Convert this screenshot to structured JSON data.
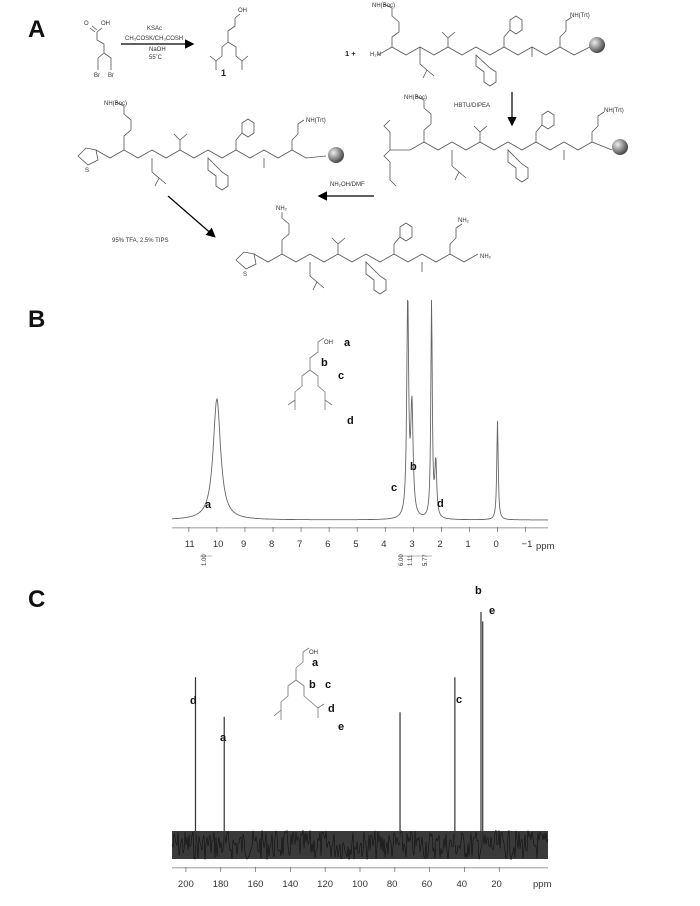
{
  "panels": {
    "a": "A",
    "b": "B",
    "c": "C"
  },
  "scheme": {
    "start_br": "Br",
    "start_oh": "OH",
    "start_o": "O",
    "reagent_1": "KSAc",
    "reagent_2": "CH₃COSK/CH₃COSH",
    "reagent_3": "NaOH",
    "reagent_4": "55˚C",
    "compound_number": "1",
    "plus_label": "1  +",
    "boc_label": "NH(Boc)",
    "trt_label": "NH(Trt)",
    "h2n_label": "H₂N",
    "step_coupling": "HBTU/DIPEA",
    "step_deprotect": "NH₂OH/DMF",
    "step_cleave": "95% TFA, 2.5% TIPS",
    "nh2_label": "NH₂",
    "s_label": "S",
    "o_label": "O",
    "n_label": "N",
    "h_label": "H"
  },
  "hnmr": {
    "axis_unit": "ppm",
    "ticks": [
      "11",
      "10",
      "9",
      "8",
      "7",
      "6",
      "5",
      "4",
      "3",
      "2",
      "1",
      "0",
      "−1"
    ],
    "peak_labels": [
      "a",
      "b",
      "c",
      "d"
    ],
    "integrals": [
      "1.00",
      "6.00",
      "1.11",
      "5.77"
    ],
    "structure_labels": {
      "oh": "OH",
      "a": "a",
      "b": "b",
      "c": "c",
      "d": "d"
    }
  },
  "cnmr": {
    "axis_unit": "ppm",
    "ticks": [
      "200",
      "180",
      "160",
      "140",
      "120",
      "100",
      "80",
      "60",
      "40",
      "20"
    ],
    "peak_labels": [
      "a",
      "b",
      "c",
      "d",
      "e"
    ],
    "structure_labels": {
      "oh": "OH",
      "a": "a",
      "b": "b",
      "c": "c",
      "d": "d",
      "e": "e"
    }
  },
  "spectra": {
    "hnmr_peaks": [
      {
        "label": "a",
        "shift": 10.0,
        "height": 0.55,
        "width": 0.16
      },
      {
        "label": "c",
        "shift": 3.2,
        "height": 1.0,
        "width": 0.04
      },
      {
        "label": "b",
        "shift": 3.05,
        "height": 0.5,
        "width": 0.05
      },
      {
        "label": "",
        "shift": 2.35,
        "height": 1.0,
        "width": 0.03
      },
      {
        "label": "d",
        "shift": 2.2,
        "height": 0.25,
        "width": 0.04
      },
      {
        "label": "",
        "shift": 0.0,
        "height": 0.45,
        "width": 0.03
      }
    ],
    "cnmr_peaks": [
      {
        "label": "d",
        "shift": 194.5,
        "height": 0.72
      },
      {
        "label": "a",
        "shift": 178.0,
        "height": 0.55
      },
      {
        "label": "",
        "shift": 77.0,
        "height": 0.57
      },
      {
        "label": "c",
        "shift": 45.5,
        "height": 0.72
      },
      {
        "label": "b",
        "shift": 30.5,
        "height": 1.0
      },
      {
        "label": "e",
        "shift": 29.5,
        "height": 0.96
      }
    ]
  }
}
